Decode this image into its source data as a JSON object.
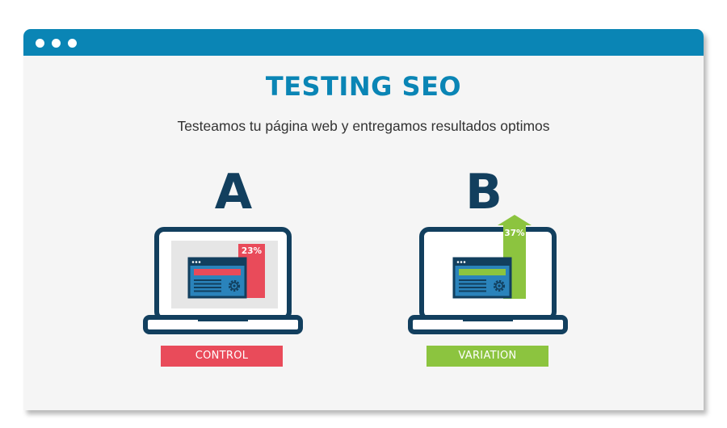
{
  "window": {
    "title_bar_dots": 3
  },
  "header": {
    "title": "TESTING SEO",
    "subtitle": "Testeamos tu página web y entregamos resultados optimos"
  },
  "variants": {
    "a": {
      "letter": "A",
      "percent": "23%",
      "label": "CONTROL"
    },
    "b": {
      "letter": "B",
      "percent": "37%",
      "label": "VARIATION"
    }
  },
  "colors": {
    "title_bar": "#0a85b5",
    "title_text": "#0a85b5",
    "dark_navy": "#123f5e",
    "control_red": "#e94b5a",
    "variation_green": "#8cc43f",
    "screen_blue": "#2a83bb"
  },
  "icons": [
    "window-dot-icon",
    "laptop-icon",
    "browser-window-icon",
    "gear-icon",
    "arrow-up-icon"
  ]
}
